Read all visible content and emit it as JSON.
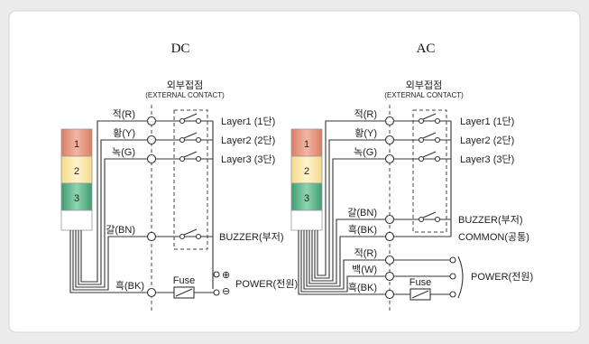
{
  "diagram": {
    "dc": {
      "title": "DC",
      "contact_ko": "외부접점",
      "contact_en": "(EXTERNAL CONTACT)",
      "wires": [
        "적(R)",
        "황(Y)",
        "녹(G)",
        "갈(BN)",
        "흑(BK)"
      ],
      "outputs": [
        "Layer1 (1단)",
        "Layer2 (2단)",
        "Layer3 (3단)",
        "BUZZER(부저)"
      ],
      "fuse": "Fuse",
      "power": "POWER(전원)",
      "plus": "⊕",
      "minus": "⊖",
      "tiers": [
        "1",
        "2",
        "3"
      ]
    },
    "ac": {
      "title": "AC",
      "contact_ko": "외부접점",
      "contact_en": "(EXTERNAL CONTACT)",
      "wires": [
        "적(R)",
        "황(Y)",
        "녹(G)",
        "갈(BN)",
        "흑(BK)",
        "적(R)",
        "백(W)",
        "흑(BK)"
      ],
      "outputs": [
        "Layer1 (1단)",
        "Layer2 (2단)",
        "Layer3 (3단)",
        "BUZZER(부저)",
        "COMMON(공통)"
      ],
      "fuse": "Fuse",
      "power": "POWER(전원)",
      "tiers": [
        "1",
        "2",
        "3"
      ]
    },
    "colors": {
      "red": "#e9967f",
      "yellow": "#fbe9a6",
      "green": "#5cb88d",
      "background": "#ebebeb",
      "panel": "#ffffff"
    }
  }
}
